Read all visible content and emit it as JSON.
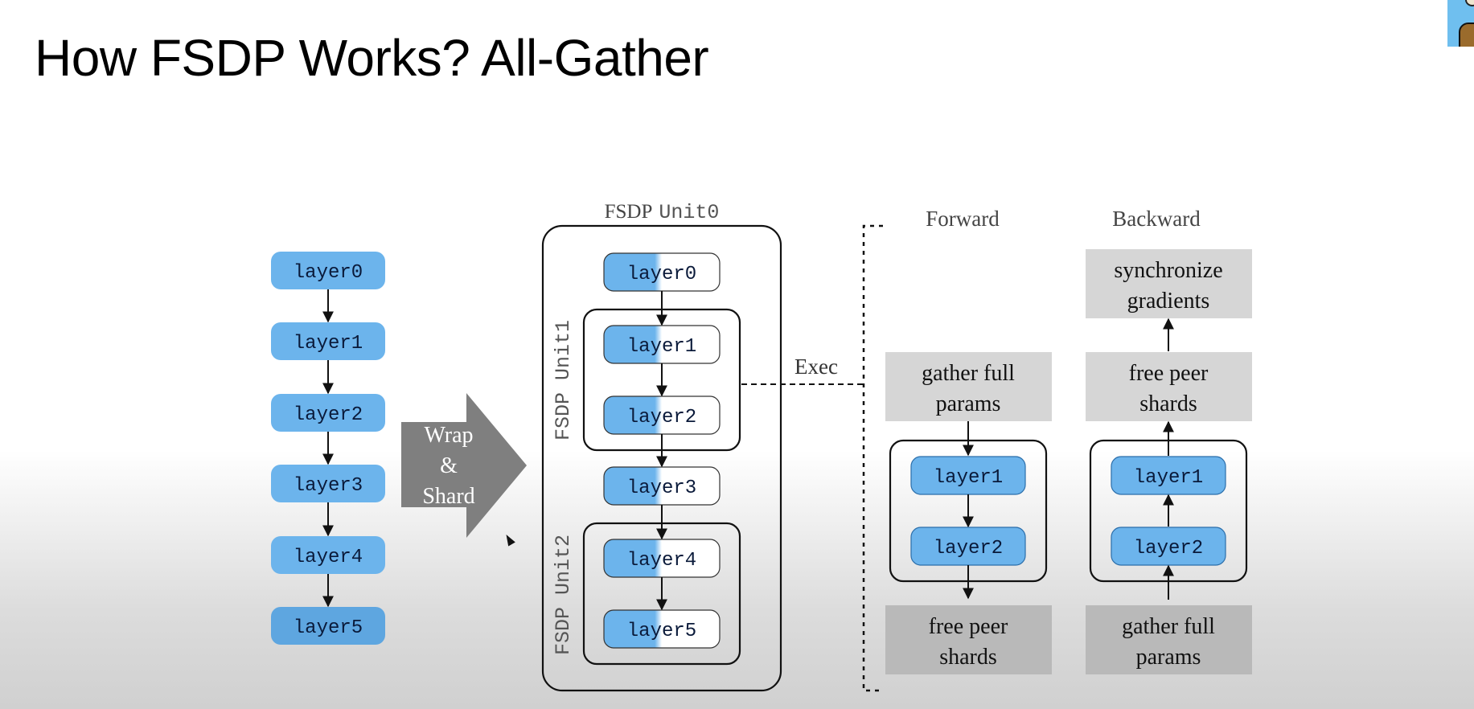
{
  "slide": {
    "title": "How FSDP Works? All-Gather"
  },
  "colors": {
    "layer_fill": "#6cb4ec",
    "layer_border": "#4a8ecf",
    "layer_text": "#0a1a3a",
    "gray_box": "#d6d6d6",
    "gray_box_dark": "#b9b9b9",
    "arrow_gray": "#7f7f7f"
  },
  "original_model": {
    "layers": [
      "layer0",
      "layer1",
      "layer2",
      "layer3",
      "layer4",
      "layer5"
    ]
  },
  "wrap_arrow": {
    "line1": "Wrap",
    "line2": "&",
    "line3": "Shard"
  },
  "fsdp_model": {
    "unit0_label_a": "FSDP",
    "unit0_label_b": "Unit0",
    "unit1_label": "FSDP Unit1",
    "unit2_label": "FSDP Unit2",
    "layers": [
      "layer0",
      "layer1",
      "layer2",
      "layer3",
      "layer4",
      "layer5"
    ]
  },
  "exec": {
    "label": "Exec"
  },
  "forward": {
    "title": "Forward",
    "top_box": [
      "gather full",
      "params"
    ],
    "layers": [
      "layer1",
      "layer2"
    ],
    "bottom_box": [
      "free peer",
      "shards"
    ]
  },
  "backward": {
    "title": "Backward",
    "top_box": [
      "synchronize",
      "gradients"
    ],
    "middle_box": [
      "free peer",
      "shards"
    ],
    "layers": [
      "layer1",
      "layer2"
    ],
    "bottom_box": [
      "gather full",
      "params"
    ]
  }
}
